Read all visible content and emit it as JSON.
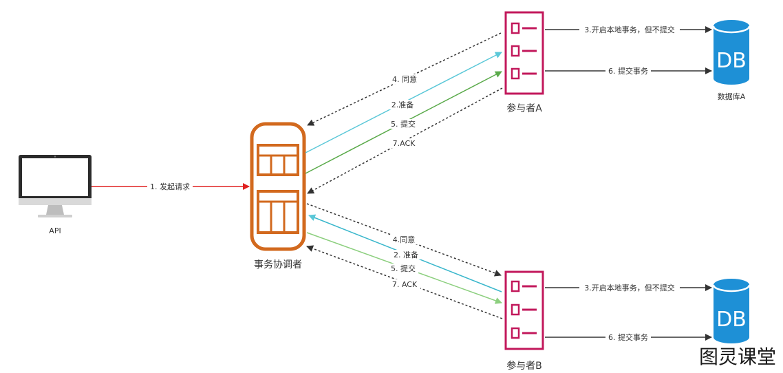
{
  "nodes": {
    "api": {
      "label": "API"
    },
    "coordinator": {
      "label": "事务协调者"
    },
    "participant_a": {
      "label": "参与者A"
    },
    "participant_b": {
      "label": "参与者B"
    },
    "database_a": {
      "label": "数据库A",
      "text": "DB"
    },
    "database_b": {
      "text": "DB"
    }
  },
  "edges": {
    "request": "1. 发起请求",
    "a_agree": "4. 同意",
    "a_prepare": "2.准备",
    "a_commit": "5. 提交",
    "a_ack": "7.ACK",
    "b_agree": "4.同意",
    "b_prepare": "2. 准备",
    "b_commit": "5. 提交",
    "b_ack": "7. ACK",
    "a_local_tx": "3.开启本地事务，但不提交",
    "a_commit_tx": "6. 提交事务",
    "b_local_tx": "3.开启本地事务，但不提交",
    "b_commit_tx": "6. 提交事务"
  },
  "watermark": "图灵课堂",
  "colors": {
    "request": "#e02020",
    "prepare": "#5bc8d8",
    "commit": "#5aaa4a",
    "dotted": "#333333",
    "coordinator": "#d2691e",
    "participant": "#c2185b",
    "database": "#1e90d6"
  }
}
